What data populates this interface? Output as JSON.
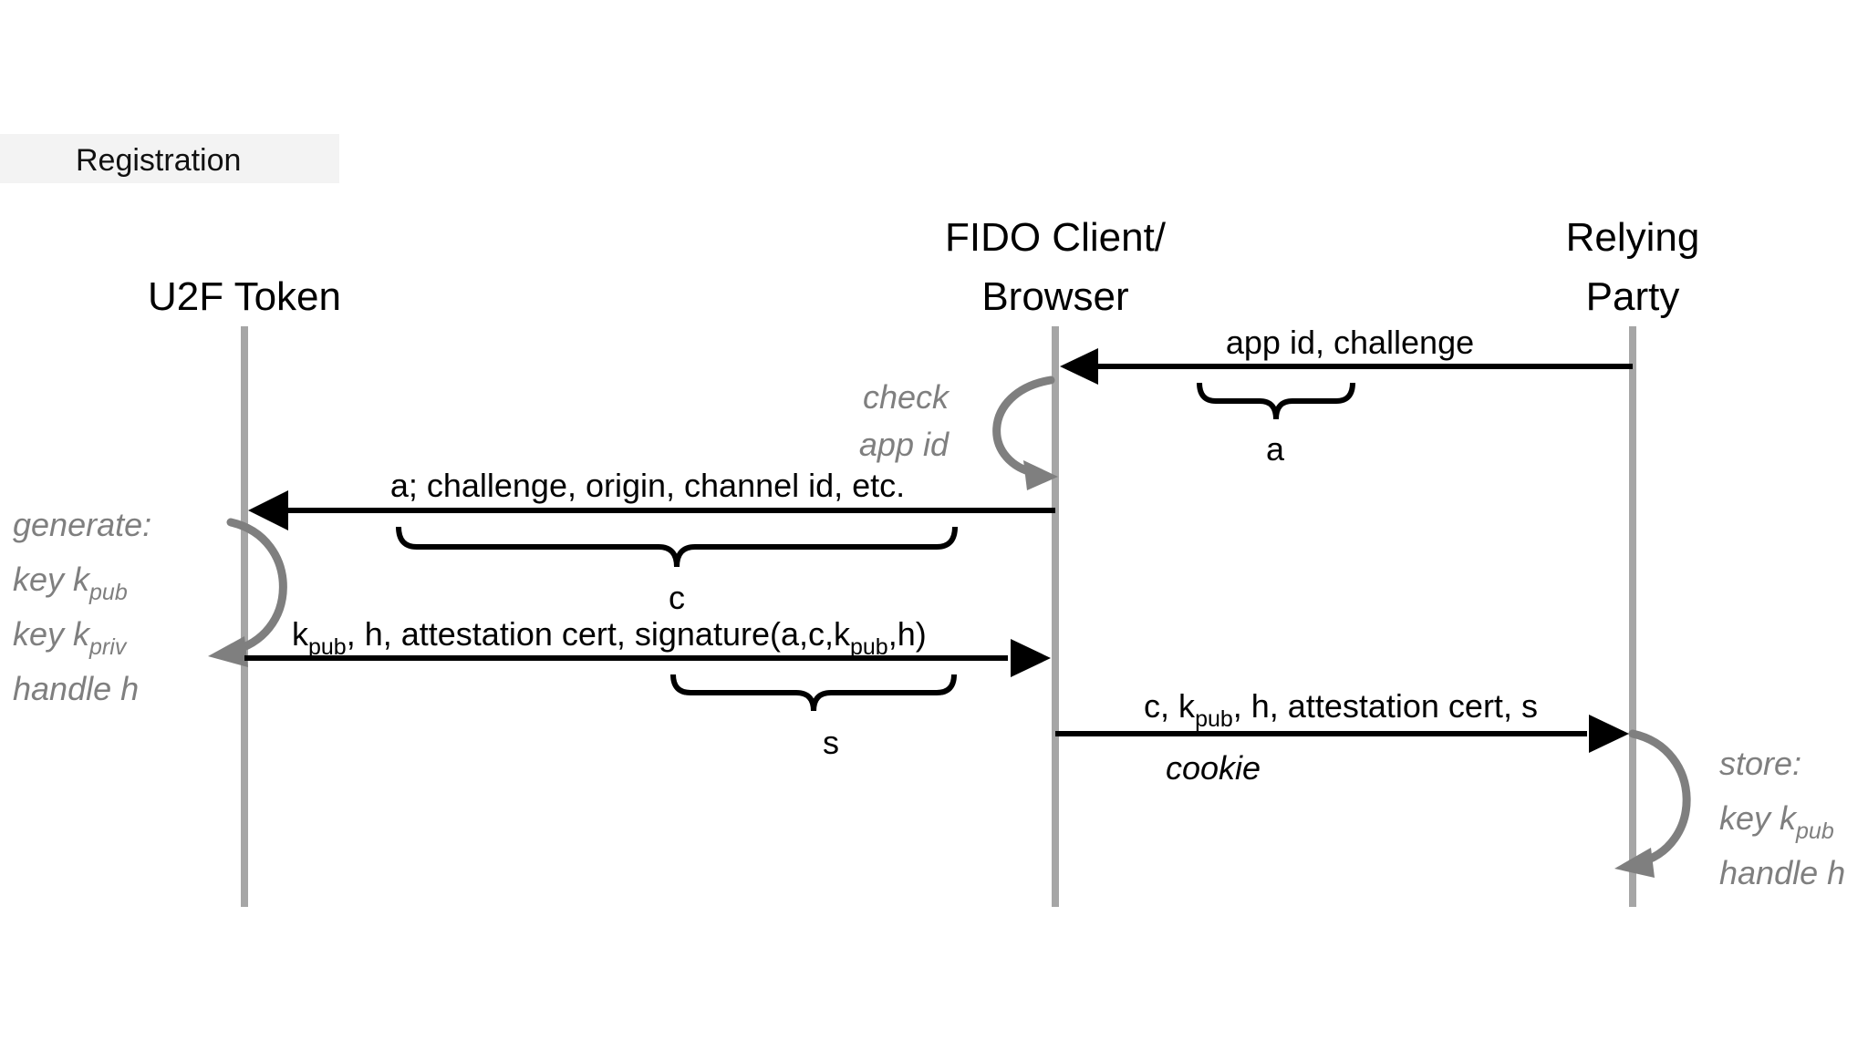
{
  "diagram": {
    "title_badge": "Registration",
    "lifelines": [
      {
        "id": "u2f",
        "label_line1": "U2F Token",
        "label_line2": ""
      },
      {
        "id": "fido",
        "label_line1": "FIDO Client/",
        "label_line2": "Browser"
      },
      {
        "id": "rp",
        "label_line1": "Relying",
        "label_line2": "Party"
      }
    ],
    "messages": [
      {
        "id": "msg-app-id-challenge",
        "from": "rp",
        "to": "fido",
        "direction": "right-to-left",
        "label": "app id, challenge",
        "brace_label": "a"
      },
      {
        "id": "msg-client-data",
        "from": "fido",
        "to": "u2f",
        "direction": "right-to-left",
        "label_prefix": "a; ",
        "label_braced": "challenge, origin, channel id, etc.",
        "label": "a; challenge, origin, channel id, etc.",
        "brace_label": "c"
      },
      {
        "id": "msg-registration-response",
        "from": "u2f",
        "to": "fido",
        "direction": "left-to-right",
        "label_prefix": "k",
        "label_prefix_sub": "pub",
        "label_mid": ", h, attestation cert, ",
        "label_braced_a": "signature(a,c,k",
        "label_braced_sub": "pub",
        "label_braced_b": ",h)",
        "label": "k_pub, h, attestation cert, signature(a,c,k_pub,h)",
        "brace_label": "s"
      },
      {
        "id": "msg-register-to-rp",
        "from": "fido",
        "to": "rp",
        "direction": "left-to-right",
        "label_a": "c, k",
        "label_sub": "pub",
        "label_b": ", h, attestation cert, s",
        "label": "c, k_pub, h, attestation cert, s",
        "sublabel": "cookie"
      }
    ],
    "self_actions": [
      {
        "id": "self-check-app-id",
        "on": "fido",
        "side": "left",
        "lines": [
          "check",
          "app id"
        ]
      },
      {
        "id": "self-generate",
        "on": "u2f",
        "side": "left",
        "lines": [
          "generate:",
          "key k_pub",
          "key k_priv",
          "handle h"
        ],
        "line1": "generate:",
        "line2_a": "key k",
        "line2_sub": "pub",
        "line3_a": "key k",
        "line3_sub": "priv",
        "line4": "handle h"
      },
      {
        "id": "self-store",
        "on": "rp",
        "side": "right",
        "lines": [
          "store:",
          "key k_pub",
          "handle h"
        ],
        "line1": "store:",
        "line2_a": "key k",
        "line2_sub": "pub",
        "line3": "handle h"
      }
    ],
    "colors": {
      "background": "#ffffff",
      "lifeline": "#a6a6a6",
      "message": "#000000",
      "note": "#7f7f7f",
      "badge_background": "#f3f3f3"
    }
  }
}
